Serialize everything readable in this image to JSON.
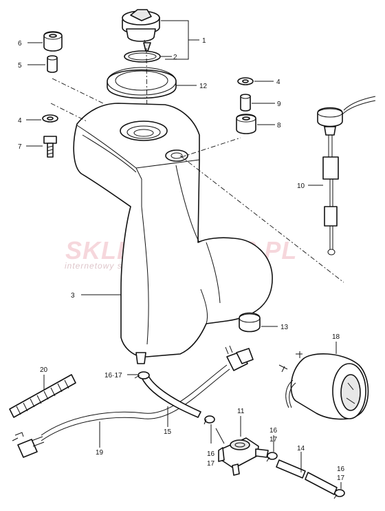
{
  "watermark": {
    "brand": "SKLEPMOTO46.PL",
    "tagline": "internetowy sklep motocyklowy"
  },
  "labels": {
    "p1": "1",
    "p2": "2",
    "p3": "3",
    "p4a": "4",
    "p4b": "4",
    "p5": "5",
    "p6": "6",
    "p7": "7",
    "p8": "8",
    "p9": "9",
    "p10": "10",
    "p11": "11",
    "p12": "12",
    "p13": "13",
    "p14": "14",
    "p15": "15",
    "p16_17": "16·17",
    "p16a": "16",
    "p17a": "17",
    "p16b": "16",
    "p17b": "17",
    "p16c": "16",
    "p17c": "17",
    "p18": "18",
    "p19": "19",
    "p20": "20"
  }
}
